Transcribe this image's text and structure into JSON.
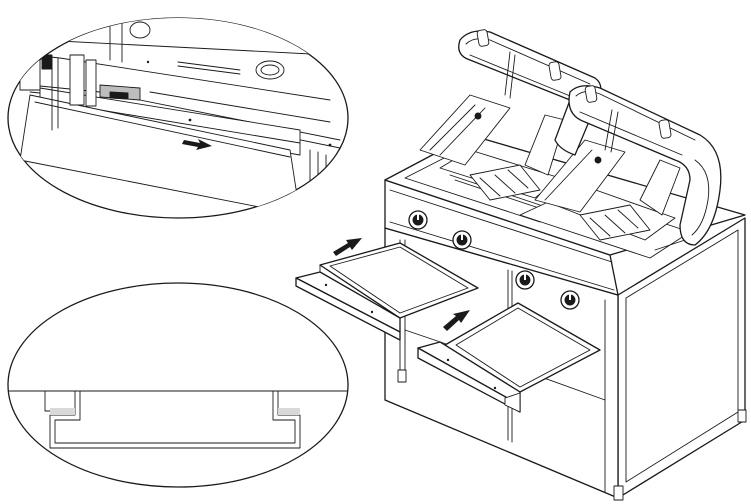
{
  "diagram": {
    "subject": "two-basket-fryer-with-slide-in-drip-trays",
    "views": [
      "detail-top-left",
      "detail-bottom-left",
      "main-assembly"
    ],
    "colors": {
      "line": "#1a1a1a",
      "background": "#ffffff",
      "shade": "#d9d9d9"
    },
    "icons": {
      "arrow": "insert-direction-arrow-icon",
      "knob": "control-knob-icon"
    },
    "knob_count": 4,
    "tray_count": 2,
    "insert_arrow_count": 3
  }
}
